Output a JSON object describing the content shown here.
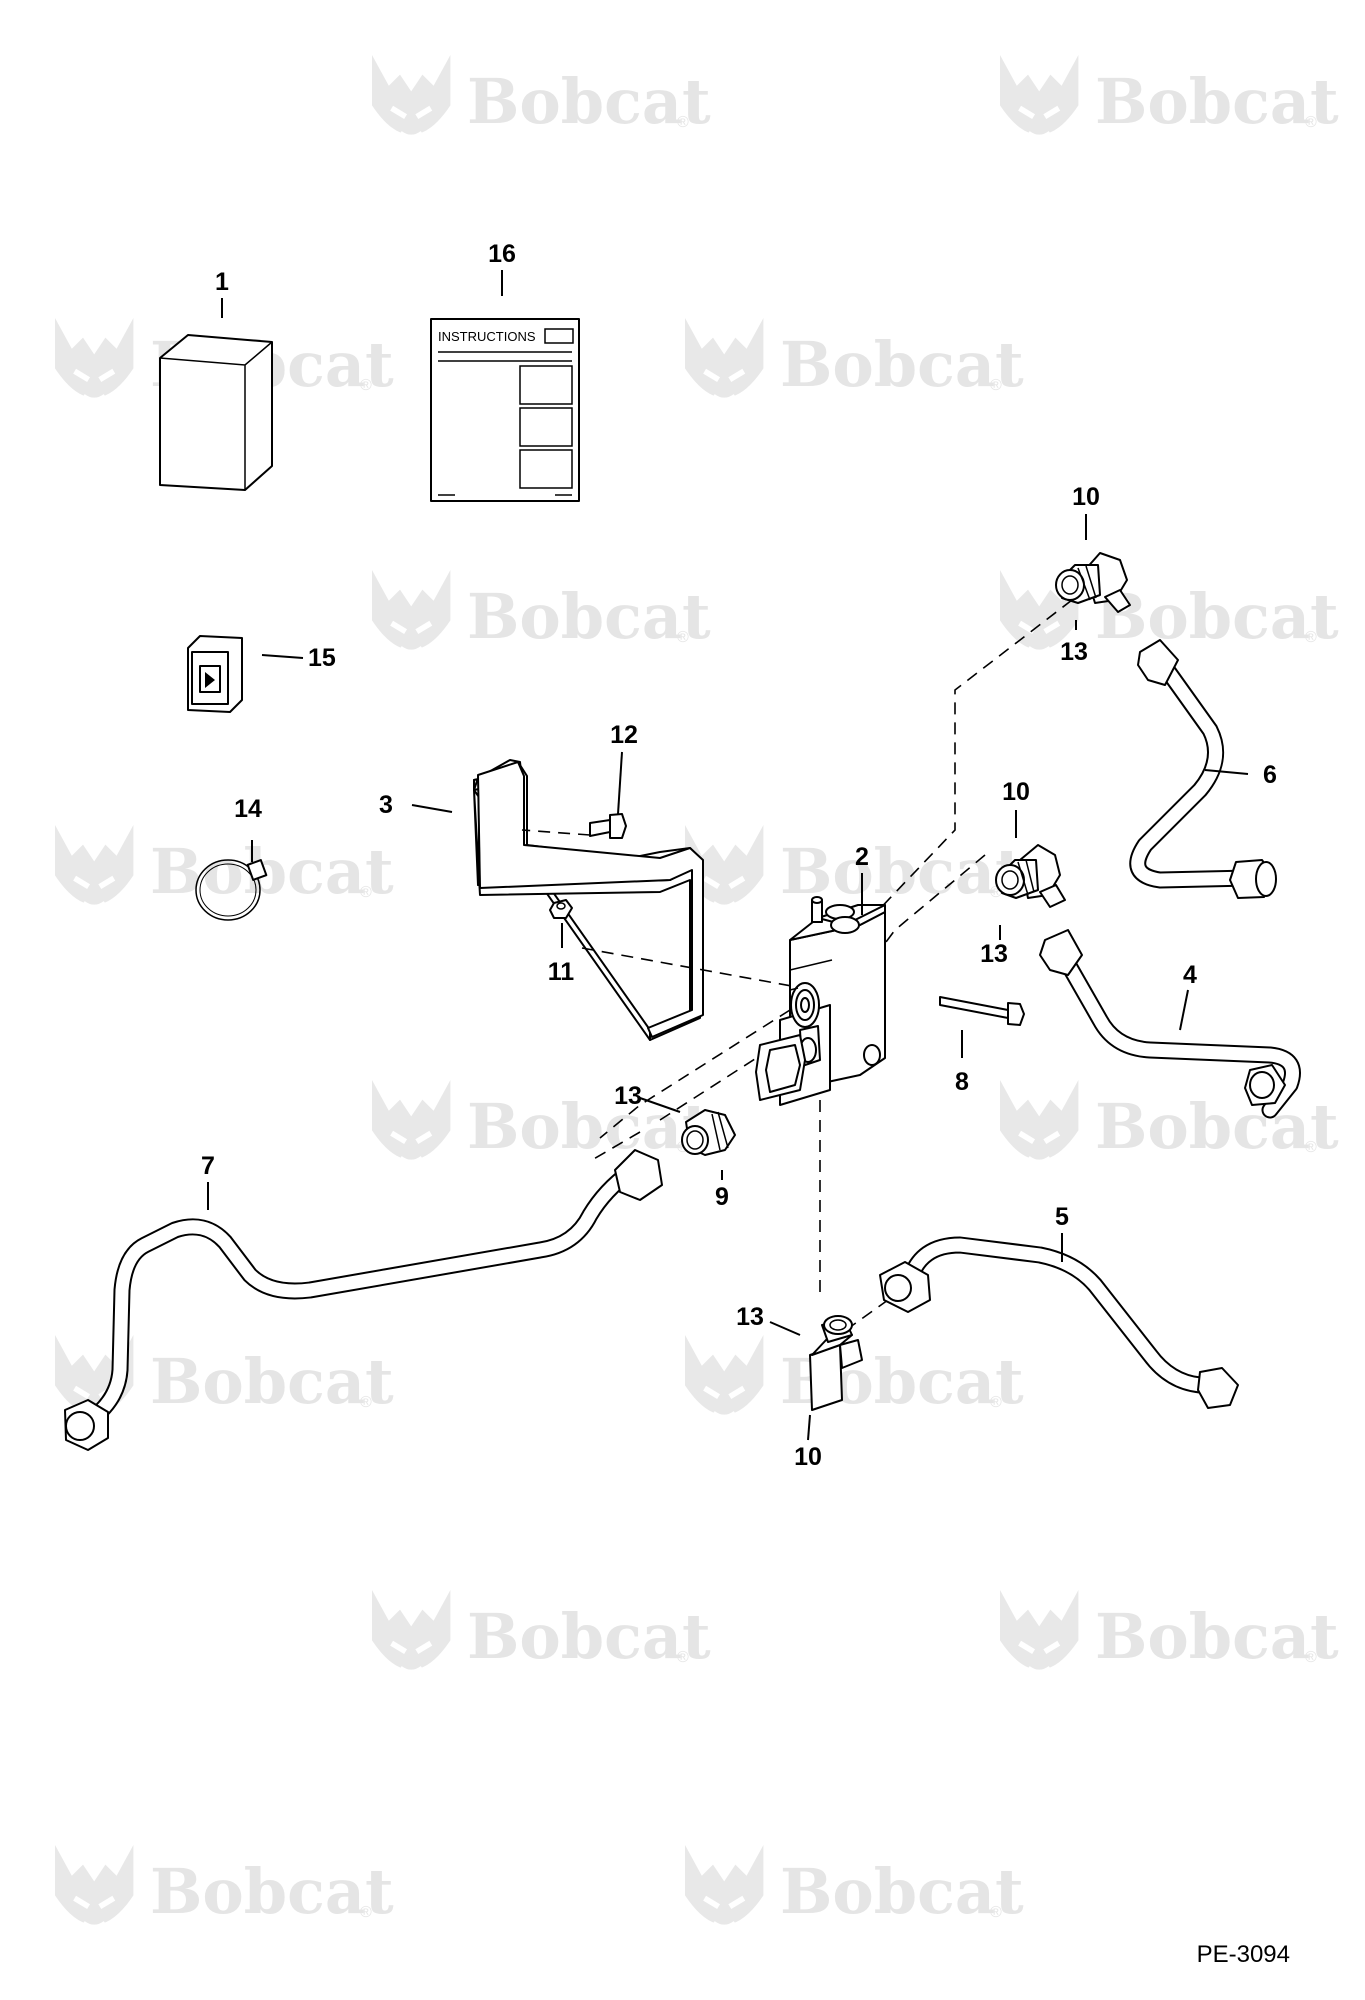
{
  "watermark": {
    "brand": "Bobcat",
    "registered_mark": "®"
  },
  "instructions_sheet": {
    "heading": "INSTRUCTIONS"
  },
  "callouts": [
    {
      "id": "c1",
      "label": "1"
    },
    {
      "id": "c16",
      "label": "16"
    },
    {
      "id": "c15",
      "label": "15"
    },
    {
      "id": "c14",
      "label": "14"
    },
    {
      "id": "c12",
      "label": "12"
    },
    {
      "id": "c3",
      "label": "3"
    },
    {
      "id": "c11",
      "label": "11"
    },
    {
      "id": "c2",
      "label": "2"
    },
    {
      "id": "c8",
      "label": "8"
    },
    {
      "id": "c10a",
      "label": "10"
    },
    {
      "id": "c13a",
      "label": "13"
    },
    {
      "id": "c6",
      "label": "6"
    },
    {
      "id": "c10b",
      "label": "10"
    },
    {
      "id": "c13b",
      "label": "13"
    },
    {
      "id": "c4",
      "label": "4"
    },
    {
      "id": "c13c",
      "label": "13"
    },
    {
      "id": "c9",
      "label": "9"
    },
    {
      "id": "c7",
      "label": "7"
    },
    {
      "id": "c5",
      "label": "5"
    },
    {
      "id": "c13d",
      "label": "13"
    },
    {
      "id": "c10c",
      "label": "10"
    }
  ],
  "reference_code": "PE-3094"
}
